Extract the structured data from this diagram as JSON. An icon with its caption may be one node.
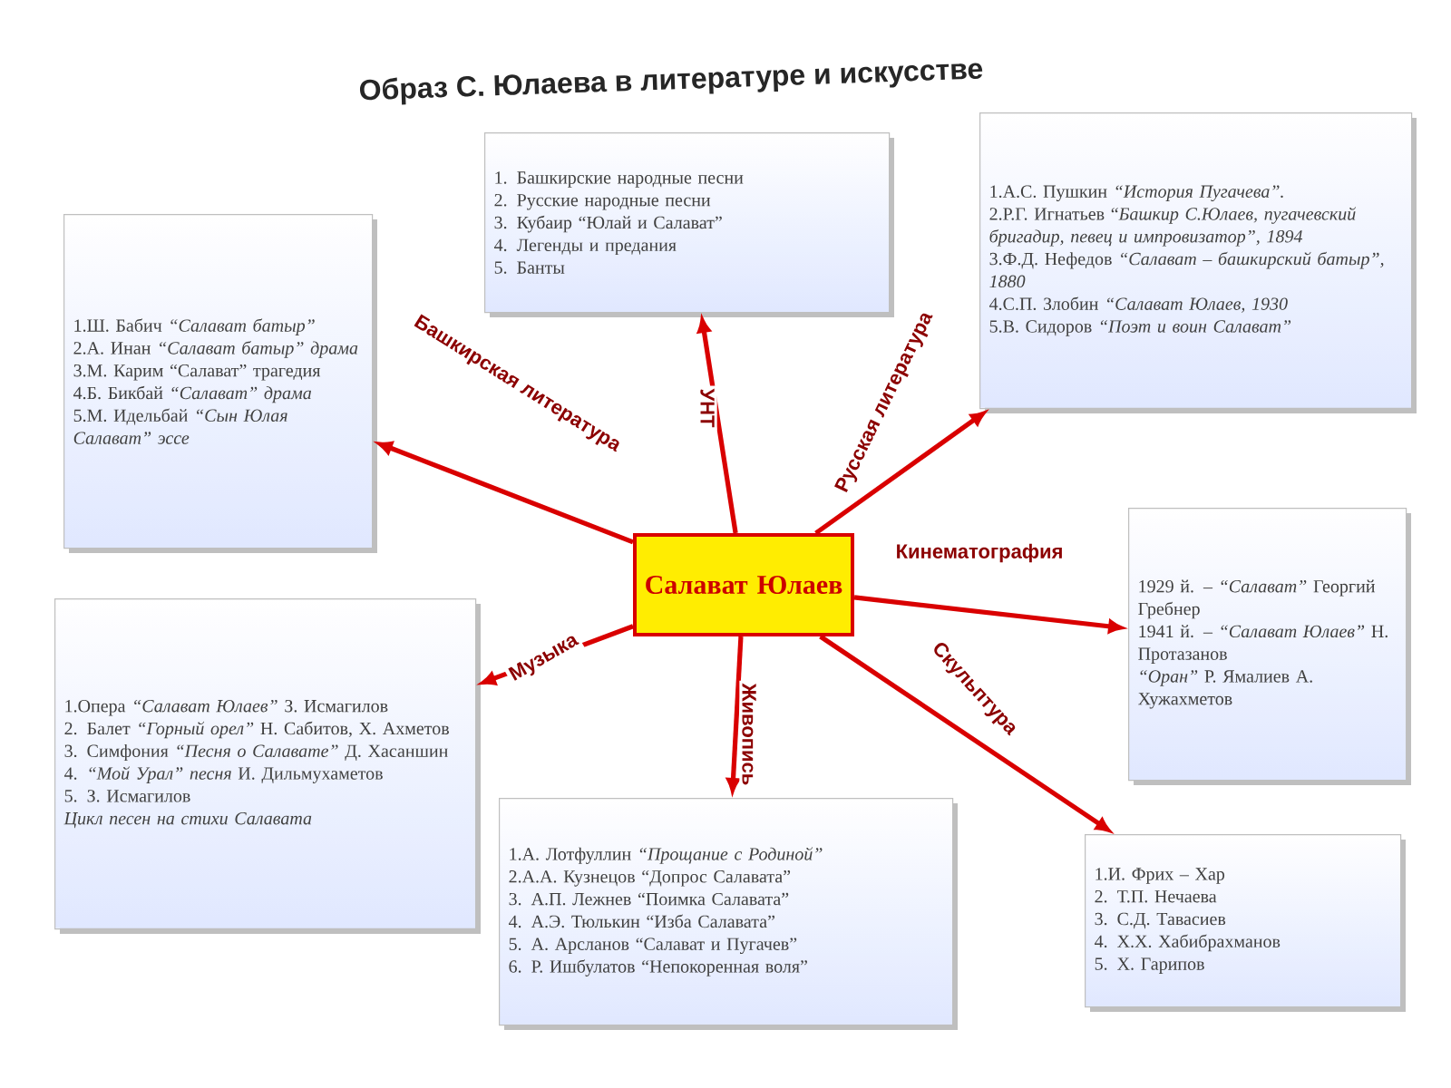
{
  "diagram": {
    "title": "Образ С. Юлаева в литературе и искусстве",
    "nodes": [
      {
        "text": [
          "Салават Юлаев"
        ]
      },
      {
        "text": [
          "1.Ш. Бабич *“Салават батыр”*",
          "2.А. Инан *“Салават батыр” драма*",
          "3.М. Карим “Салават” трагедия",
          "4.Б. Бикбай *“Салават” драма*",
          "5.М. Идельбай *“Сын Юлая Салават” эссе*"
        ]
      },
      {
        "text": [
          "1. Башкирские народные песни",
          "2. Русские народные песни",
          "3. Кубаир “Юлай и Салават”",
          "4. Легенды и предания",
          "5. Банты"
        ]
      },
      {
        "text": [
          "1.А.С. Пушкин *“История Пугачева”.*",
          "2.Р.Г. Игнатьев “*Башкир С.Юлаев, пугачевский бригадир, певец и импровизатор”, 1894*",
          "3.Ф.Д. Нефедов *“Салават – башкирский батыр”, 1880*",
          "4.С.П. Злобин *“Салават Юлаев, 1930*",
          "5.В. Сидоров *“Поэт и воин Салават”*"
        ]
      },
      {
        "text": [
          "1929 й. – *“Салават”* Георгий Гребнер",
          "1941 й. – *“Салават Юлаев”* Н. Протазанов",
          "*“Оран”* Р. Ямалиев А. Хужахметов"
        ]
      },
      {
        "text": [
          "1.И. Фрих – Хар",
          "2. Т.П. Нечаева",
          "3. С.Д. Тавасиев",
          "4. Х.Х. Хабибрахманов",
          "5. Х. Гарипов"
        ]
      },
      {
        "text": [
          "1.А. Лотфуллин *“Прощание с Родиной”*",
          "2.А.А. Кузнецов “Допрос Салавата”",
          "3. А.П. Лежнев “Поимка Салавата”",
          "4. А.Э. Тюлькин “Изба Салавата”",
          "5. А. Арсланов “Салават и Пугачев”",
          "6. Р. Ишбулатов “Непокоренная воля”"
        ]
      },
      {
        "text": [
          "1.Опера *“Салават Юлаев”* З. Исмагилов",
          "2. Балет *“Горный орел”* Н. Сабитов, Х. Ахметов",
          "3. Симфония *“Песня о Салавате”* Д. Хасаншин",
          "4. *“Мой Урал” песня* И. Дильмухаметов",
          "5. З. Исмагилов",
          "*Цикл песен на стихи Салавата*"
        ]
      }
    ],
    "edges": [
      {
        "from": 0,
        "to": 1,
        "arrow": "to",
        "label": "Башкирская литература"
      },
      {
        "from": 0,
        "to": 2,
        "arrow": "to",
        "label": "УНТ"
      },
      {
        "from": 0,
        "to": 3,
        "arrow": "to",
        "label": "Русская литература"
      },
      {
        "from": 0,
        "to": 4,
        "arrow": "to",
        "label": "Кинематография"
      },
      {
        "from": 0,
        "to": 5,
        "arrow": "to",
        "label": "Скульптура"
      },
      {
        "from": 0,
        "to": 6,
        "arrow": "to",
        "label": "Живопись"
      },
      {
        "from": 0,
        "to": 7,
        "arrow": "to",
        "label": "Музыка"
      }
    ]
  }
}
